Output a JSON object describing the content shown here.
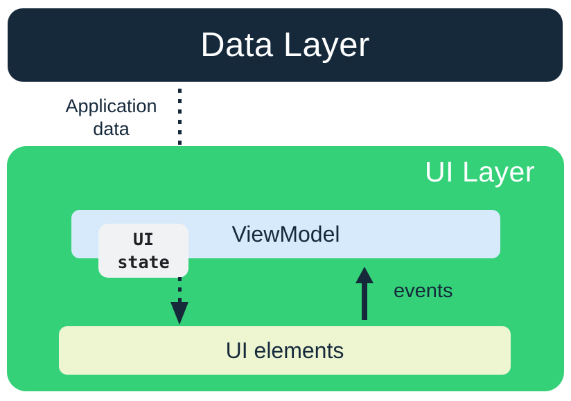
{
  "data_layer": {
    "label": "Data Layer"
  },
  "application_data_arrow": {
    "label_line1": "Application",
    "label_line2": "data"
  },
  "ui_layer": {
    "label": "UI Layer",
    "viewmodel": {
      "label": "ViewModel"
    },
    "ui_state_badge": {
      "line1": "UI",
      "line2": "state"
    },
    "events_arrow": {
      "label": "events"
    },
    "ui_elements": {
      "label": "UI elements"
    }
  },
  "colors": {
    "navy": "#16293B",
    "green": "#34D178",
    "viewmodel_blue": "#D6EAFB",
    "ui_elements_cream": "#EDF5D1",
    "ui_state_gray": "#F1F2F3",
    "text_on_dark": "#FFFFFF",
    "ui_state_text": "#202124"
  }
}
